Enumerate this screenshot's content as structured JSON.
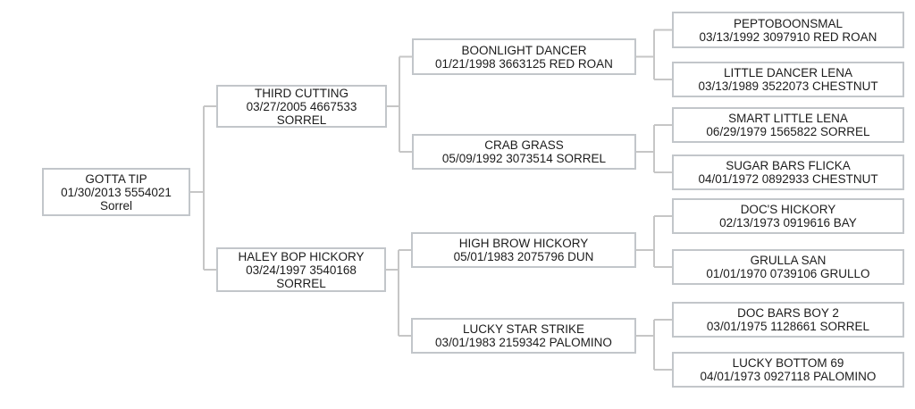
{
  "colors": {
    "background": "#ffffff",
    "box_border": "#c2c6ca",
    "connector_line": "#c6c6c6",
    "text": "#1c1c1c"
  },
  "pedigree": {
    "nodes": {
      "gotta_tip": {
        "name": "GOTTA TIP",
        "details": "01/30/2013 5554021",
        "color": "Sorrel"
      },
      "third_cutting": {
        "name": "THIRD CUTTING",
        "details": "03/27/2005 4667533",
        "color": "SORREL"
      },
      "haley_bop_hickory": {
        "name": "HALEY BOP HICKORY",
        "details": "03/24/1997 3540168",
        "color": "SORREL"
      },
      "boonlight_dancer": {
        "name": "BOONLIGHT DANCER",
        "details": "01/21/1998 3663125 RED ROAN"
      },
      "crab_grass": {
        "name": "CRAB GRASS",
        "details": "05/09/1992 3073514 SORREL"
      },
      "high_brow_hickory": {
        "name": "HIGH BROW HICKORY",
        "details": "05/01/1983 2075796 DUN"
      },
      "lucky_star_strike": {
        "name": "LUCKY STAR STRIKE",
        "details": "03/01/1983 2159342 PALOMINO"
      },
      "peptoboonsmal": {
        "name": "PEPTOBOONSMAL",
        "details": "03/13/1992 3097910 RED ROAN"
      },
      "little_dancer_lena": {
        "name": "LITTLE DANCER LENA",
        "details": "03/13/1989 3522073 CHESTNUT"
      },
      "smart_little_lena": {
        "name": "SMART LITTLE LENA",
        "details": "06/29/1979 1565822 SORREL"
      },
      "sugar_bars_flicka": {
        "name": "SUGAR BARS FLICKA",
        "details": "04/01/1972 0892933 CHESTNUT"
      },
      "docs_hickory": {
        "name": "DOC'S HICKORY",
        "details": "02/13/1973 0919616 BAY"
      },
      "grulla_san": {
        "name": "GRULLA SAN",
        "details": "01/01/1970 0739106 GRULLO"
      },
      "doc_bars_boy_2": {
        "name": "DOC BARS BOY 2",
        "details": "03/01/1975 1128661 SORREL"
      },
      "lucky_bottom_69": {
        "name": "LUCKY BOTTOM 69",
        "details": "04/01/1973 0927118 PALOMINO"
      }
    },
    "relations": [
      {
        "parent": "gotta-tip",
        "children": [
          "third-cutting",
          "haley-bop-hickory"
        ]
      },
      {
        "parent": "third-cutting",
        "children": [
          "boonlight-dancer",
          "crab-grass"
        ]
      },
      {
        "parent": "haley-bop-hickory",
        "children": [
          "high-brow-hickory",
          "lucky-star-strike"
        ]
      },
      {
        "parent": "boonlight-dancer",
        "children": [
          "peptoboonsmal",
          "little-dancer-lena"
        ]
      },
      {
        "parent": "crab-grass",
        "children": [
          "smart-little-lena",
          "sugar-bars-flicka"
        ]
      },
      {
        "parent": "high-brow-hickory",
        "children": [
          "docs-hickory",
          "grulla-san"
        ]
      },
      {
        "parent": "lucky-star-strike",
        "children": [
          "doc-bars-boy-2",
          "lucky-bottom-69"
        ]
      }
    ]
  }
}
